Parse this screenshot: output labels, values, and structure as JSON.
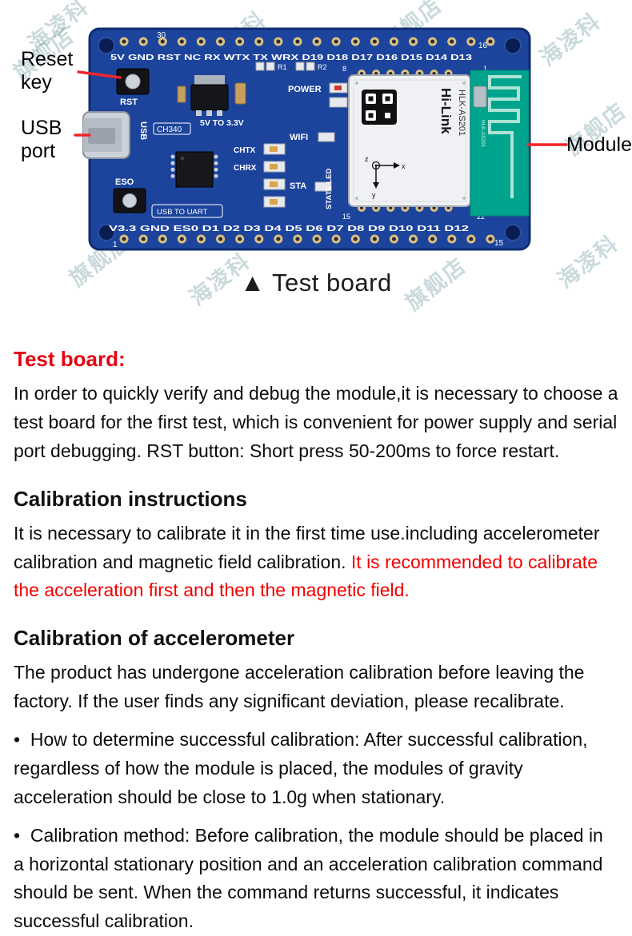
{
  "colors": {
    "accent_red": "#e60012",
    "pcb_blue": "#1c449c",
    "antenna_green": "#00a38b"
  },
  "watermark": {
    "line1": "海凌科",
    "line2": "旗舰店"
  },
  "figure": {
    "caption": "▲ Test board",
    "callouts": {
      "reset": "Reset key",
      "usb": "USB port",
      "module": "Module"
    },
    "silkscreen": {
      "top_row": "5V GND RST NC RX WTX TX WRX D19 D18 D17 D16 D15 D14 D13",
      "bottom_row": "V3.3 GND ES0 D1 D2 D3 D4 D5 D6 D7 D8 D9 D10 D11 D12",
      "power": "POWER",
      "wifi": "WIFI",
      "sta": "STA",
      "state_led": "STATE LED",
      "v5_to_33": "5V TO 3.3V",
      "ch340": "CH340",
      "usb_vertical": "USB",
      "chtx": "CHTX",
      "chrx": "CHRX",
      "rst": "RST",
      "eso": "ESO",
      "usb_to_uart": "USB TO UART",
      "r1": "R1",
      "r2": "R2"
    },
    "pin_numbers": {
      "board_top_left": "30",
      "board_top_right": "16",
      "board_bottom_left": "1",
      "board_bottom_right": "15",
      "module_top_left": "8",
      "module_top_right": "1",
      "module_bottom_left": "15",
      "module_bottom_right": "22"
    },
    "module": {
      "brand": "Hi-Link",
      "model": "HLK-AS201",
      "antenna_label": "HLK-AS201",
      "axis_x": "x",
      "axis_y": "y",
      "axis_z": "z"
    }
  },
  "sections": {
    "test_board": {
      "heading": "Test board:",
      "body": "In order to quickly verify and debug the module,it is necessary to choose a test board for the first test, which is convenient for power supply and serial port debugging. RST button: Short press 50-200ms to force restart."
    },
    "calibration_instructions": {
      "heading": "Calibration instructions",
      "body_normal": "It is necessary to calibrate it in the first time use.including accelerometer calibration and magnetic field calibration. ",
      "body_red": "It is recommended to calibrate the acceleration first and then the magnetic field."
    },
    "calibration_accelerometer": {
      "heading": "Calibration of accelerometer",
      "body": "The product has undergone acceleration calibration before leaving the factory. If the user finds any significant deviation, please recalibrate.",
      "bullet1": "How to determine successful calibration: After successful calibration, regardless of how the module is placed, the modules of gravity acceleration should be close to 1.0g when stationary.",
      "bullet2": "Calibration method: Before calibration, the module should be placed in a horizontal stationary position and an acceleration calibration command should be sent. When the command returns successful, it indicates successful calibration."
    }
  }
}
